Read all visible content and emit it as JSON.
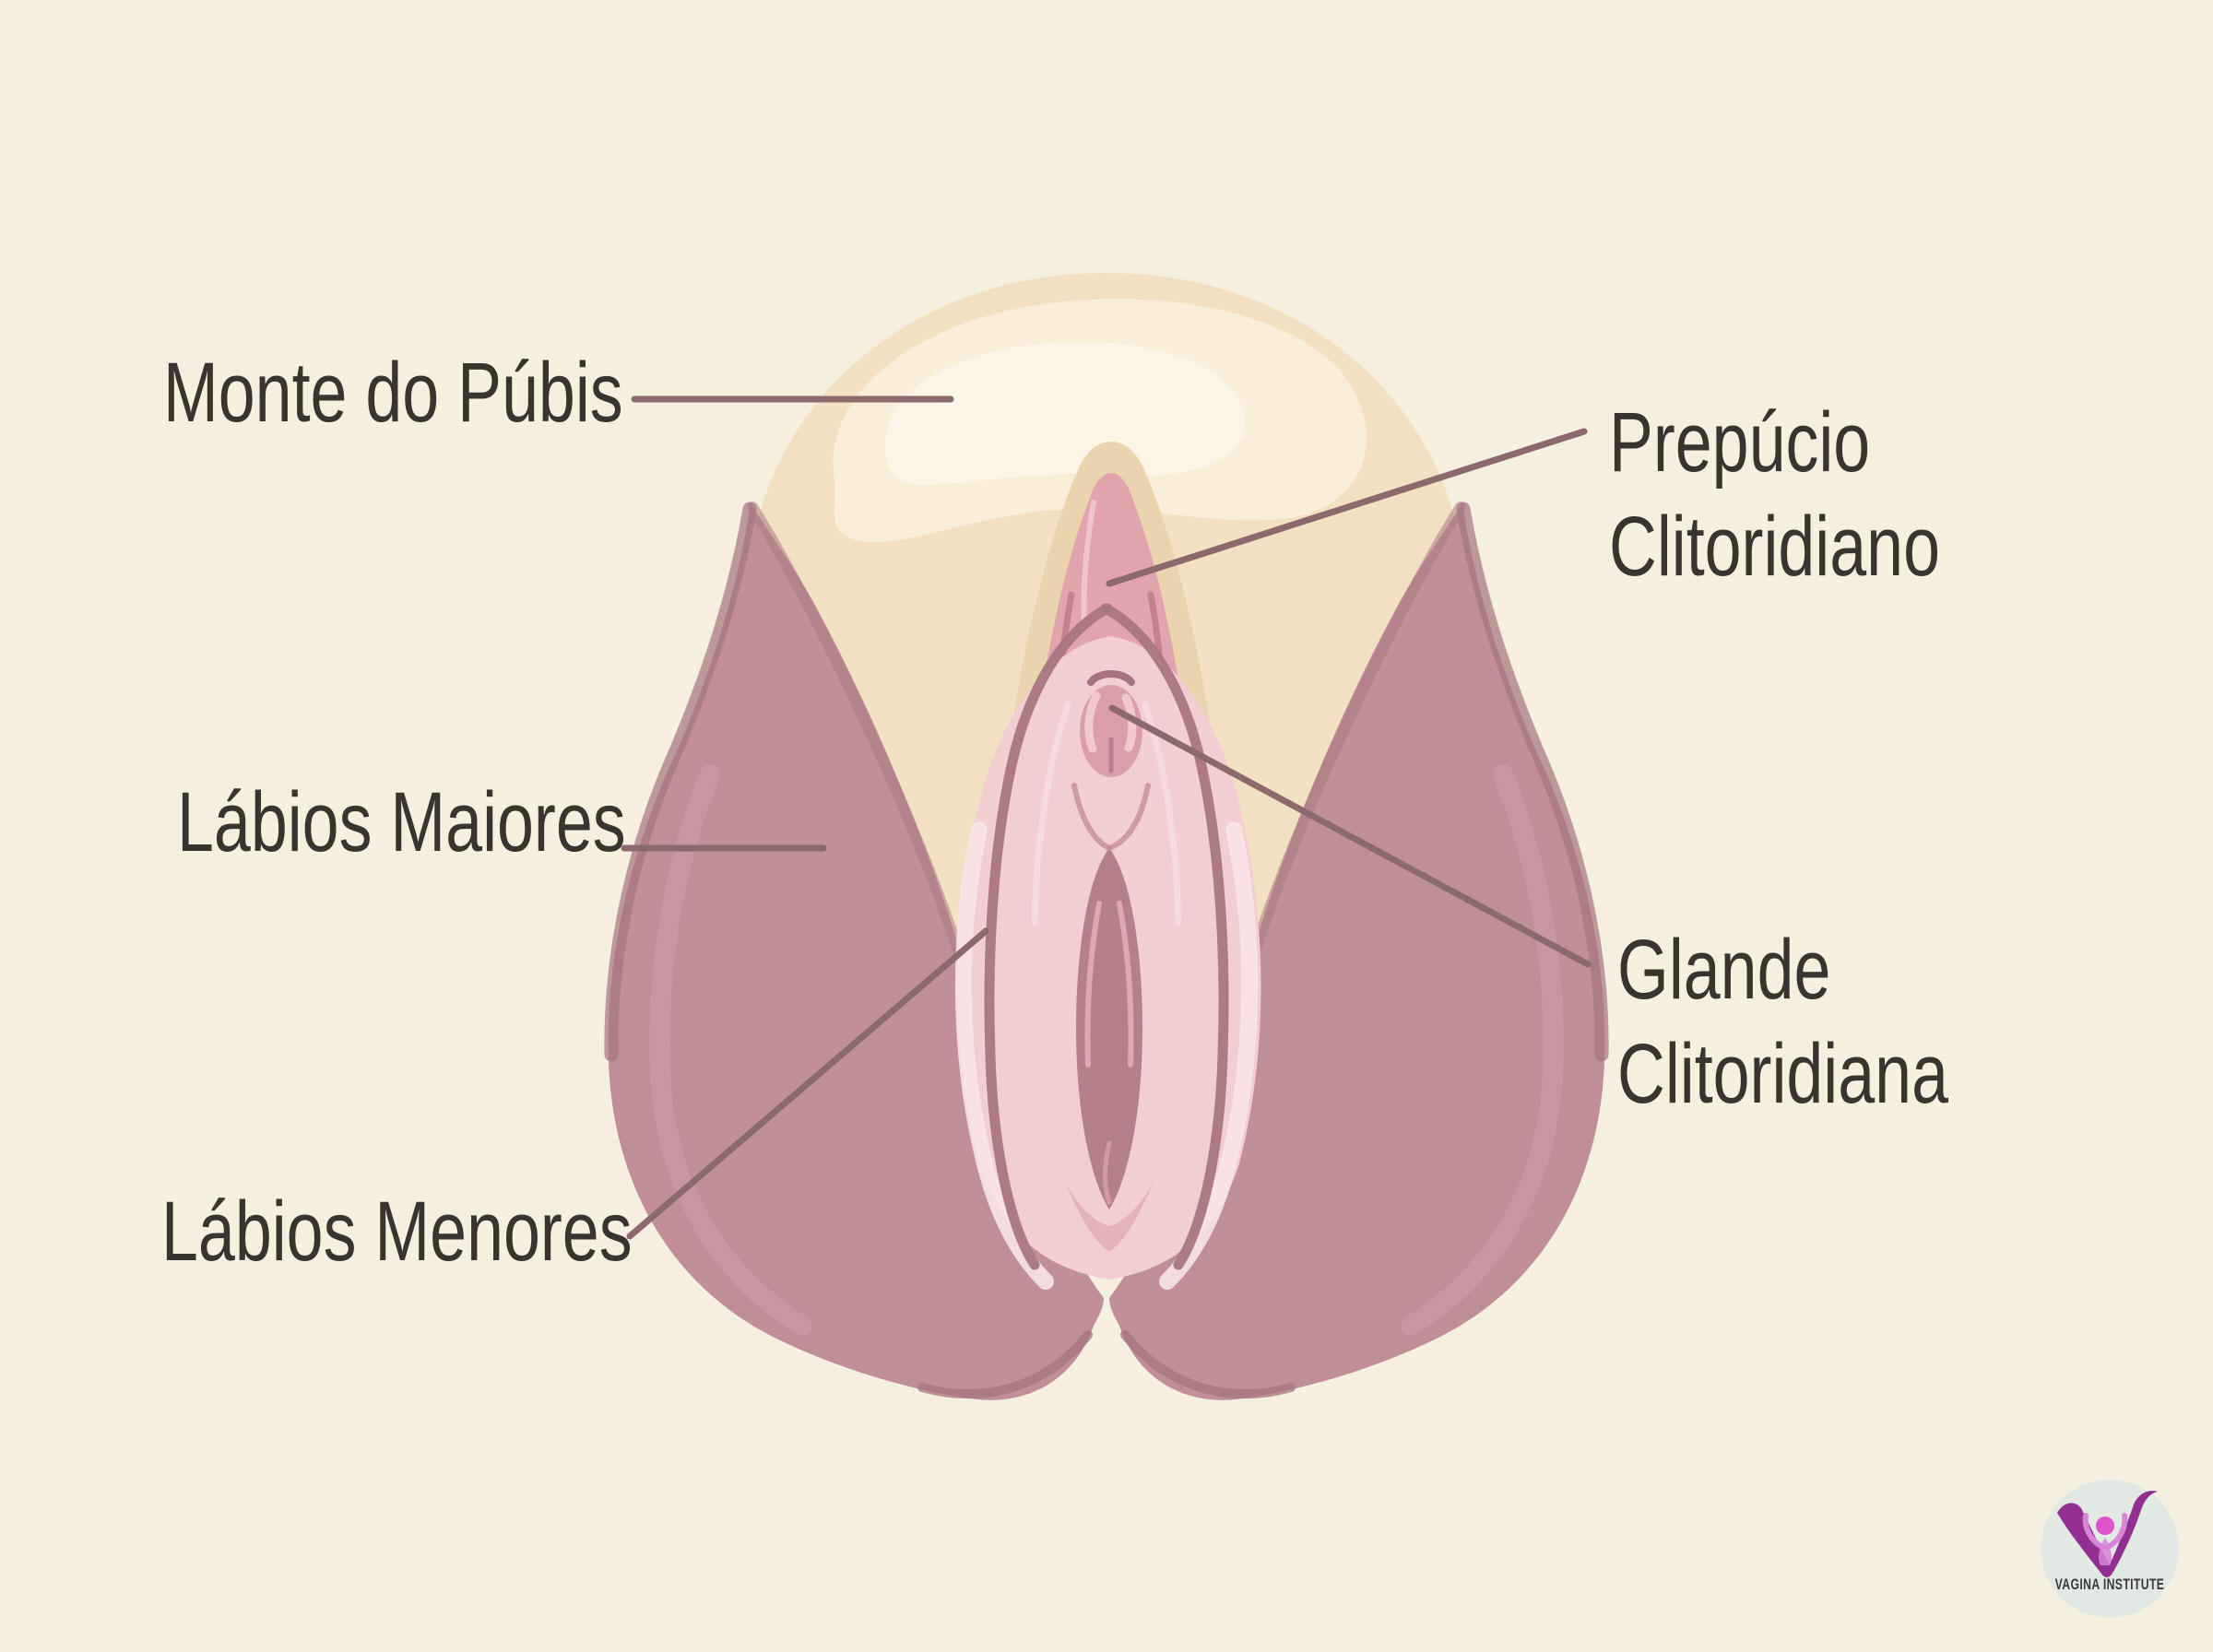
{
  "diagram": {
    "annotations": [
      {
        "id": "monte-do-pubis",
        "label": "Monte do Púbis"
      },
      {
        "id": "prepucio-clitoridiano",
        "label": "Prepúcio\nClitoridiano"
      },
      {
        "id": "labios-maiores",
        "label": "Lábios Maiores"
      },
      {
        "id": "glande-clitoridiana",
        "label": "Glande Clitoridiana"
      },
      {
        "id": "labios-menores",
        "label": "Lábios Menores"
      }
    ],
    "colors": {
      "background": "#f6f0e1",
      "mons": "#f3e1c4",
      "mons_highlight": "#f9efda",
      "mons_highlight2": "#fcf6e9",
      "mons_arch": "#ebd5af",
      "hood": "#e2a5af",
      "labia_majora": "#c18f98",
      "labia_majora_shadow": "#a5747e",
      "labia_majora_light": "#cd9fa9",
      "labia_minora": "#f3ced3",
      "minora_highlight": "#f9e6e8",
      "fold_ridge": "#a9767f",
      "vestibule": "#b4818b",
      "glans": "#db9fab",
      "glans_highlight": "#f1c9cf",
      "leader_line": "#8c696d",
      "label_text": "#3a342f"
    }
  },
  "logo": {
    "text": "VAGINA INSTITUTE",
    "circle_color": "#e3e9e5",
    "v_color": "#932f90",
    "figure_color": "#e052cb",
    "text_color": "#3a3a3a"
  }
}
